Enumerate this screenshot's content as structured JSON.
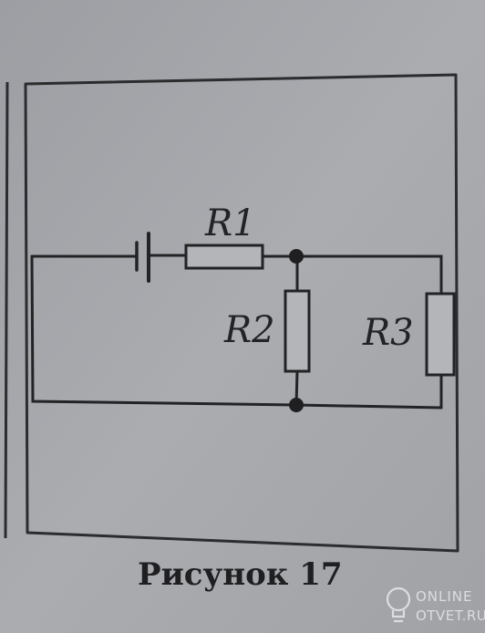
{
  "diagram": {
    "labels": {
      "r1": "R1",
      "r2": "R2",
      "r3": "R3"
    },
    "caption": "Рисунок 17"
  },
  "watermark": {
    "line1": "ONLINE",
    "line2": "OTVET.RU"
  },
  "colors": {
    "paper": "#a9abaf",
    "ink": "#2a2a2c",
    "backdrop": "#8e8f94"
  }
}
